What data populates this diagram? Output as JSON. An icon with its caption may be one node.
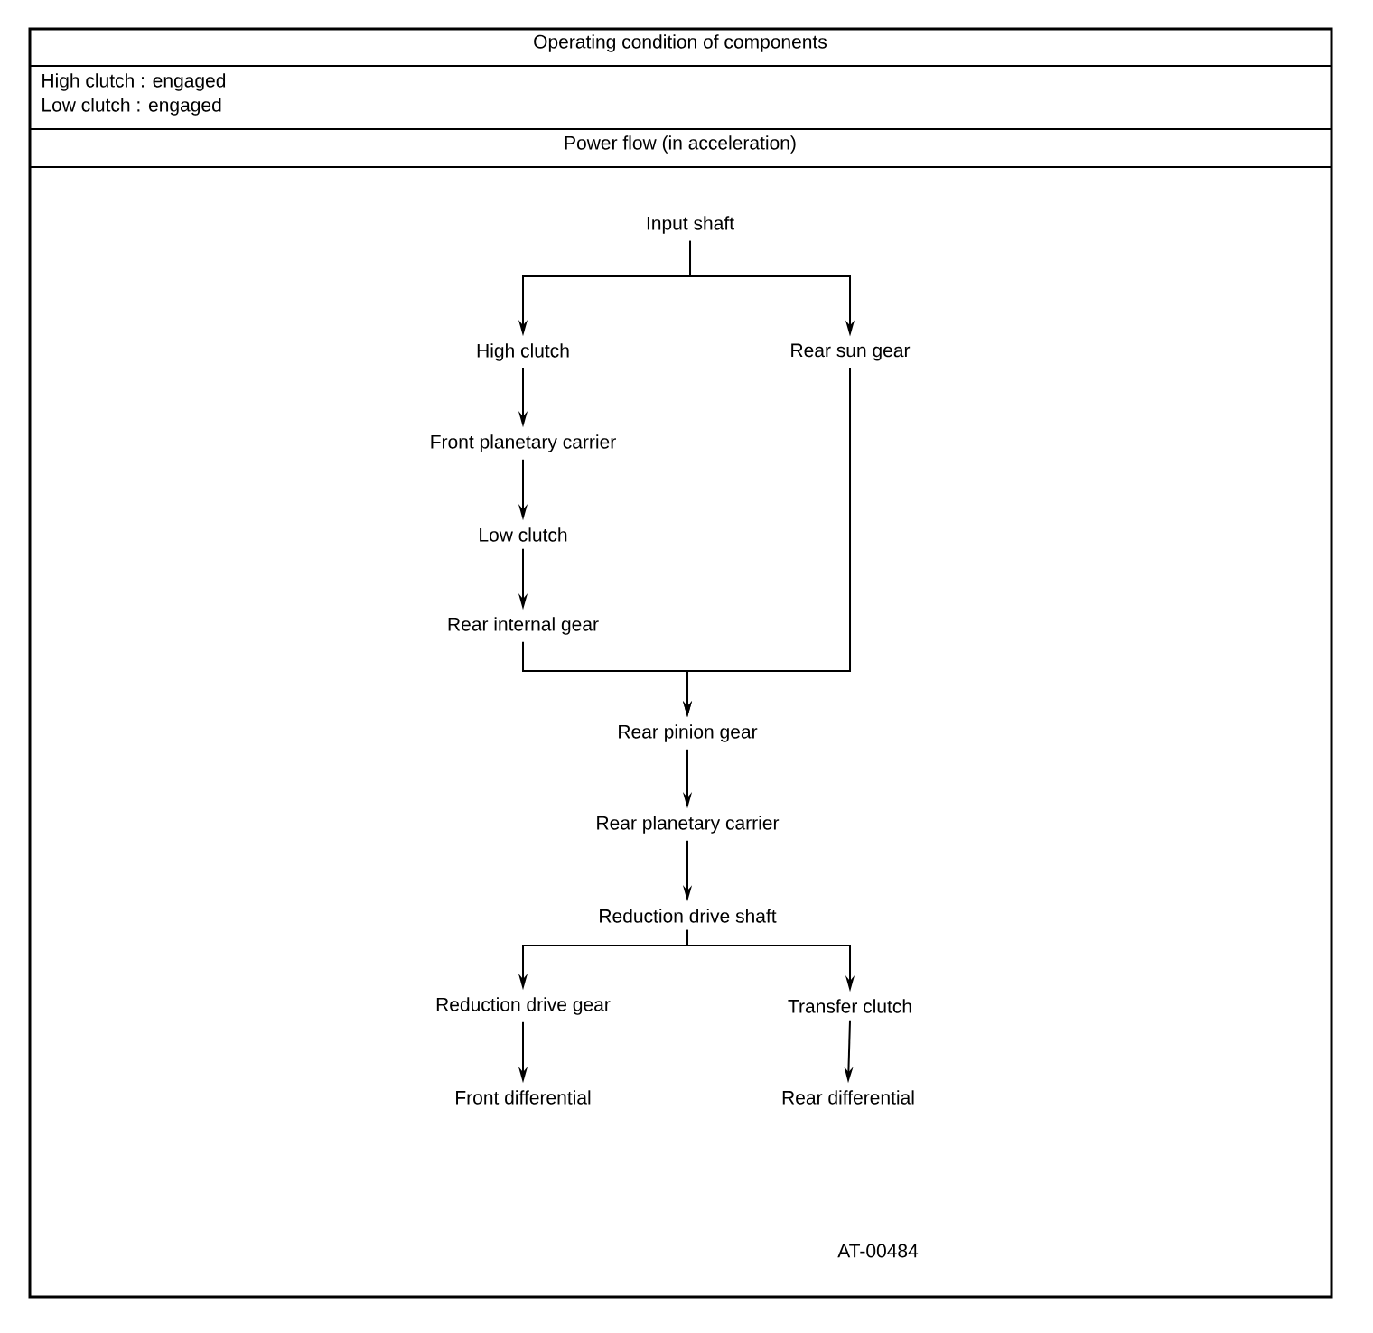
{
  "diagram": {
    "nodes": [
      {
        "text": [
          "Input shaft"
        ]
      },
      {
        "text": [
          "High clutch"
        ]
      },
      {
        "text": [
          "Rear sun gear"
        ]
      },
      {
        "text": [
          "Front planetary carrier"
        ]
      },
      {
        "text": [
          "Low clutch"
        ]
      },
      {
        "text": [
          "Rear internal gear"
        ]
      },
      {
        "text": [
          "Rear pinion gear"
        ]
      },
      {
        "text": [
          "Rear planetary carrier"
        ]
      },
      {
        "text": [
          "Reduction drive shaft"
        ]
      },
      {
        "text": [
          "Reduction drive gear"
        ]
      },
      {
        "text": [
          "Transfer clutch"
        ]
      },
      {
        "text": [
          "Front differential"
        ]
      },
      {
        "text": [
          "Rear differential"
        ]
      }
    ],
    "edges": [
      {
        "from": 0,
        "to": 1,
        "arrow": "to"
      },
      {
        "from": 0,
        "to": 2,
        "arrow": "to"
      },
      {
        "from": 1,
        "to": 3,
        "arrow": "to"
      },
      {
        "from": 3,
        "to": 4,
        "arrow": "to"
      },
      {
        "from": 4,
        "to": 5,
        "arrow": "to"
      },
      {
        "from": 5,
        "to": 6,
        "arrow": "to"
      },
      {
        "from": 2,
        "to": 6,
        "arrow": "to"
      },
      {
        "from": 6,
        "to": 7,
        "arrow": "to"
      },
      {
        "from": 7,
        "to": 8,
        "arrow": "to"
      },
      {
        "from": 8,
        "to": 9,
        "arrow": "to"
      },
      {
        "from": 8,
        "to": 10,
        "arrow": "to"
      },
      {
        "from": 9,
        "to": 11,
        "arrow": "to"
      },
      {
        "from": 10,
        "to": 12,
        "arrow": "to"
      }
    ],
    "labels": [
      "Operating condition of components",
      "High clutch : engaged",
      "Low clutch : engaged",
      "Power flow (in acceleration)",
      "AT-00484"
    ]
  }
}
